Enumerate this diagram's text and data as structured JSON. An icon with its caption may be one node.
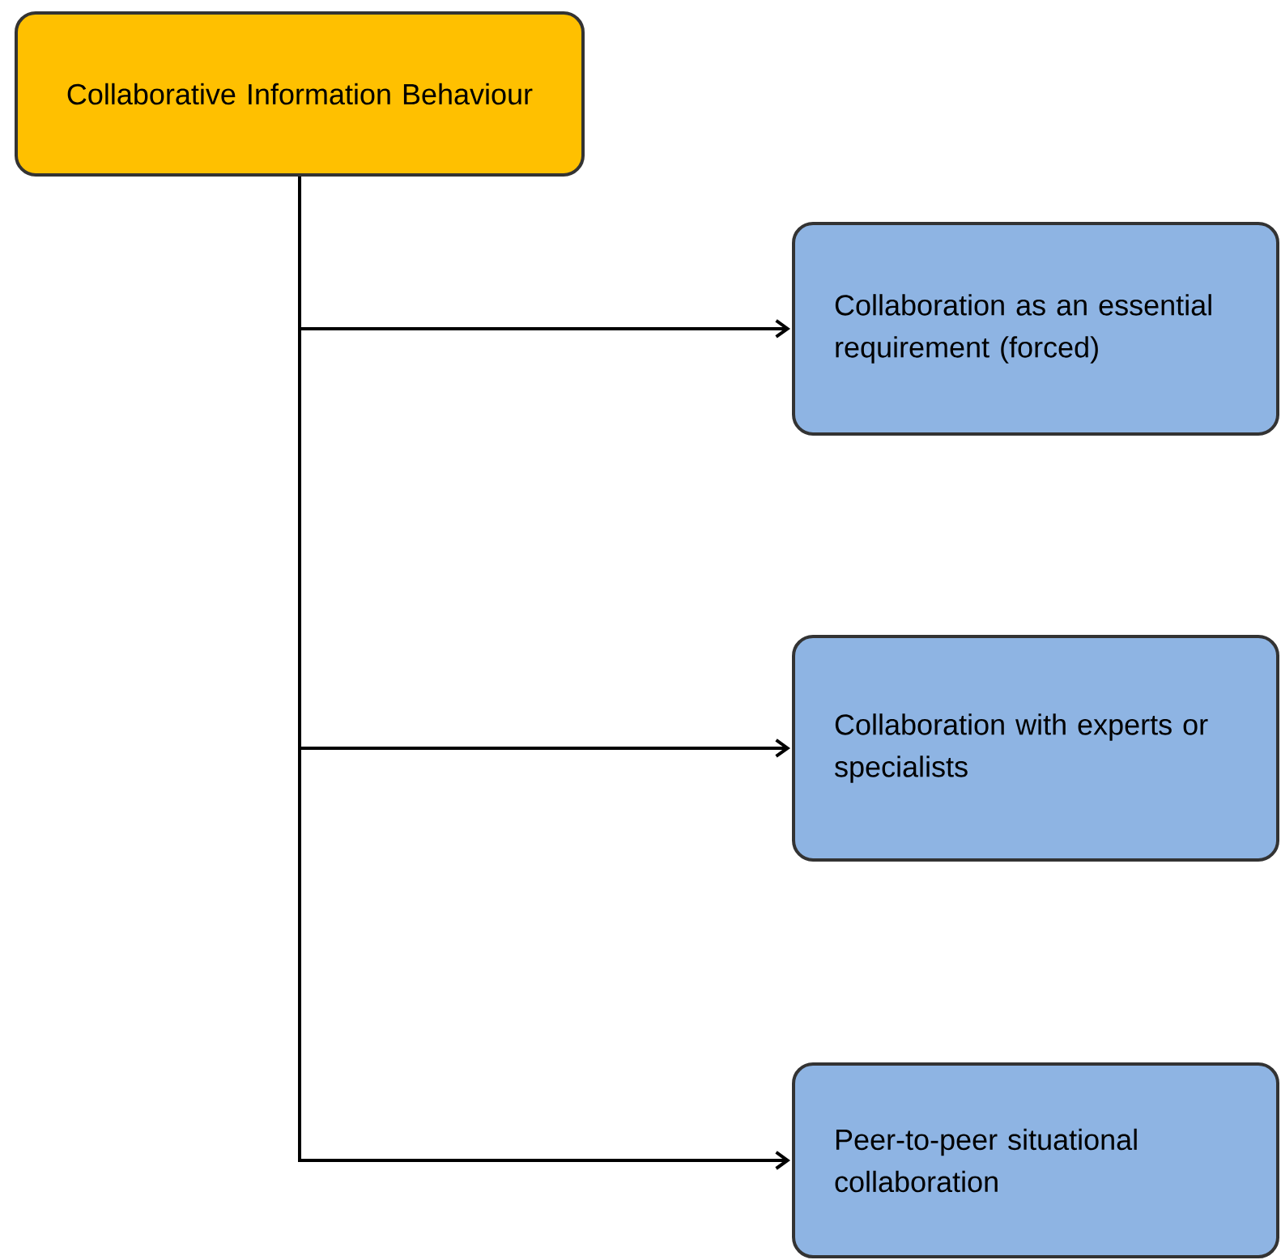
{
  "diagram": {
    "nodes": [
      {
        "text": [
          "Collaborative Information Behaviour"
        ]
      },
      {
        "text": [
          "Collaboration as an essential requirement (forced)"
        ]
      },
      {
        "text": [
          "Collaboration with experts or specialists"
        ]
      },
      {
        "text": [
          "Peer-to-peer situational collaboration"
        ]
      }
    ],
    "edges": [
      {
        "from": 0,
        "to": 1,
        "arrow": "to"
      },
      {
        "from": 0,
        "to": 2,
        "arrow": "to"
      },
      {
        "from": 0,
        "to": 3,
        "arrow": "to"
      }
    ]
  }
}
